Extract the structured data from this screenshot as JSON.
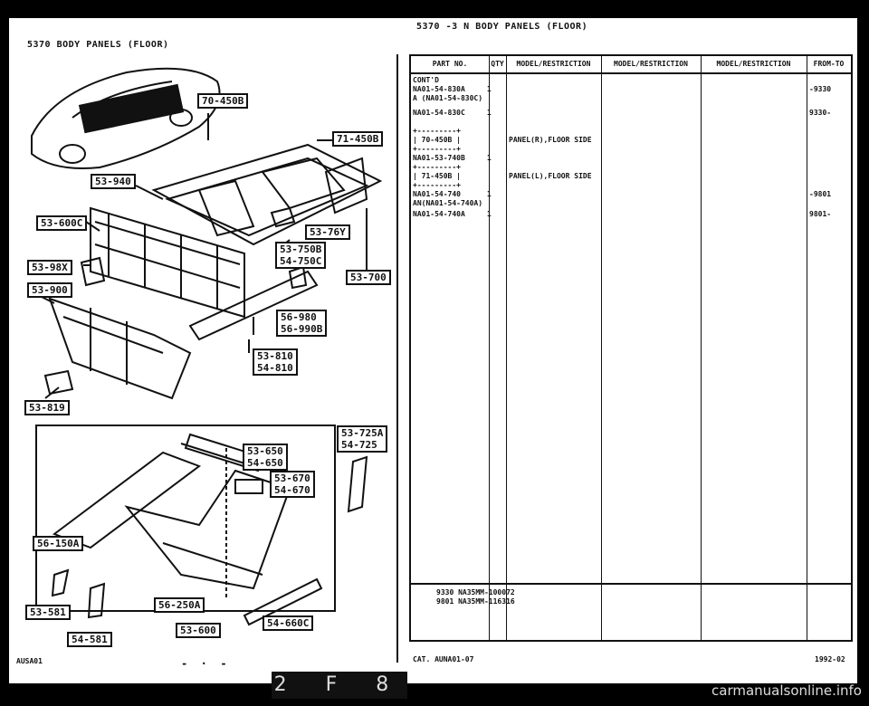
{
  "header": {
    "left_title": "5370   BODY PANELS (FLOOR)",
    "right_title": "5370 -3 N  BODY PANELS (FLOOR)"
  },
  "callouts": [
    {
      "id": "c1",
      "text": "70-450B"
    },
    {
      "id": "c2",
      "text": "71-450B"
    },
    {
      "id": "c3",
      "text": "53-940"
    },
    {
      "id": "c4",
      "text": "53-600C"
    },
    {
      "id": "c5",
      "text": "53-98X"
    },
    {
      "id": "c6",
      "text": "53-900"
    },
    {
      "id": "c7",
      "text": "53-76Y"
    },
    {
      "id": "c8",
      "lines": [
        "53-750B",
        "54-750C"
      ]
    },
    {
      "id": "c9",
      "text": "53-700"
    },
    {
      "id": "c10",
      "lines": [
        "56-980",
        "56-990B"
      ]
    },
    {
      "id": "c11",
      "lines": [
        "53-810",
        "54-810"
      ]
    },
    {
      "id": "c12",
      "text": "53-819"
    },
    {
      "id": "c13",
      "lines": [
        "53-725A",
        "54-725"
      ]
    },
    {
      "id": "c14",
      "lines": [
        "53-650",
        "54-650"
      ]
    },
    {
      "id": "c15",
      "lines": [
        "53-670",
        "54-670"
      ]
    },
    {
      "id": "c16",
      "text": "56-150A"
    },
    {
      "id": "c17",
      "text": "56-250A"
    },
    {
      "id": "c18",
      "text": "53-581"
    },
    {
      "id": "c19",
      "text": "54-581"
    },
    {
      "id": "c20",
      "text": "53-600"
    },
    {
      "id": "c21",
      "text": "54-660C"
    }
  ],
  "table": {
    "headers": [
      "PART NO.",
      "QTY",
      "MODEL/RESTRICTION",
      "MODEL/RESTRICTION",
      "MODEL/RESTRICTION",
      "FROM-TO"
    ],
    "rows": [
      {
        "part": "CONT'D\nNA01-54-830A     1\nA (NA01-54-830C)",
        "model": "",
        "fromto": "-9330"
      },
      {
        "part": "NA01-54-830C     1",
        "model": "",
        "fromto": "9330-"
      },
      {
        "part": "+---------+\n| 70-450B |\n+---------+\nNA01-53-740B     1",
        "model": "PANEL(R),FLOOR SIDE",
        "fromto": ""
      },
      {
        "part": "+---------+\n| 71-450B |\n+---------+\nNA01-54-740      1\nAN(NA01-54-740A)",
        "model": "PANEL(L),FLOOR SIDE",
        "fromto": "-9801"
      },
      {
        "part": "NA01-54-740A     1",
        "model": "",
        "fromto": "9801-"
      }
    ],
    "notes": "9330 NA35MM-100072\n9801 NA35MM-116316"
  },
  "footer": {
    "left_code": "AUSA01",
    "catalog": "CAT. AUNA01-07",
    "date": "1992-02",
    "page_marker": "2 F 8",
    "watermark": "carmanualsonline.info"
  }
}
